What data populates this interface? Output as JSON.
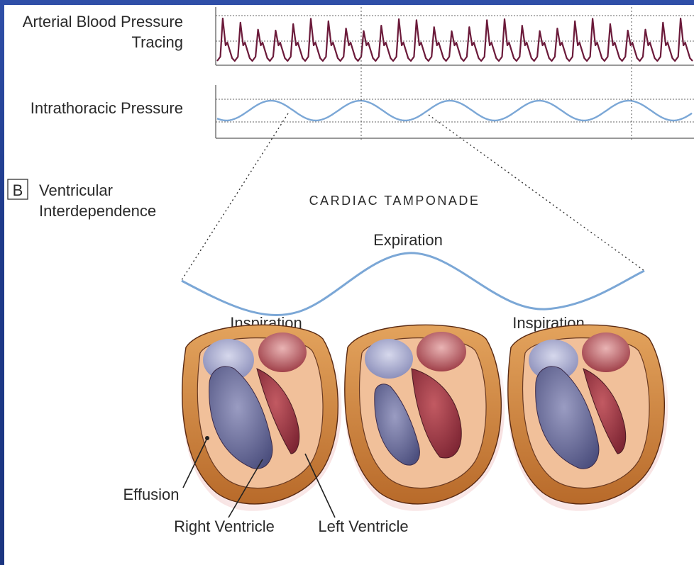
{
  "labels": {
    "arterial_line1": "Arterial Blood Pressure",
    "arterial_line2": "Tracing",
    "intrathoracic": "Intrathoracic Pressure",
    "panel_letter": "B",
    "panel_title_line1": "Ventricular",
    "panel_title_line2": "Interdependence",
    "diagram_title": "CARDIAC TAMPONADE",
    "expiration": "Expiration",
    "inspiration_left": "Inspiration",
    "inspiration_right": "Inspiration",
    "effusion": "Effusion",
    "right_ventricle": "Right Ventricle",
    "left_ventricle": "Left Ventricle"
  },
  "colors": {
    "arterial_trace": "#6b1a3a",
    "respiratory_trace": "#7ba7d6",
    "frame_background": "#1e3a8a",
    "effusion": "#c97a35",
    "myocardium": "#f1c09a",
    "right_ventricle_cavity": "#5f6391",
    "left_ventricle_cavity": "#9b3a44"
  },
  "panels": {
    "heart_count": 3,
    "heart_names": [
      "heart-inspiration-left",
      "heart-expiration",
      "heart-inspiration-right"
    ]
  }
}
